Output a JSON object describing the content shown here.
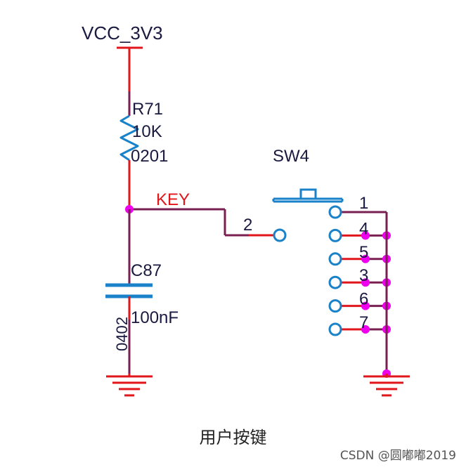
{
  "power": {
    "net_label": "VCC_3V3"
  },
  "resistor": {
    "designator": "R71",
    "value": "10K",
    "package": "0201"
  },
  "capacitor": {
    "designator": "C87",
    "value": "100nF",
    "package": "0402"
  },
  "net": {
    "key_label": "KEY"
  },
  "switch": {
    "designator": "SW4",
    "input_pin": "2",
    "output_pins": [
      "1",
      "4",
      "5",
      "3",
      "6",
      "7"
    ]
  },
  "caption": "用户按键",
  "watermark": "CSDN @圆嘟嘟2019",
  "colors": {
    "wire": "#7a1f52",
    "power_lead": "#e0161b",
    "net_label": "#e0161b",
    "junction": "#ee00ee",
    "component": "#1a82c8",
    "text": "#1a1a40"
  }
}
